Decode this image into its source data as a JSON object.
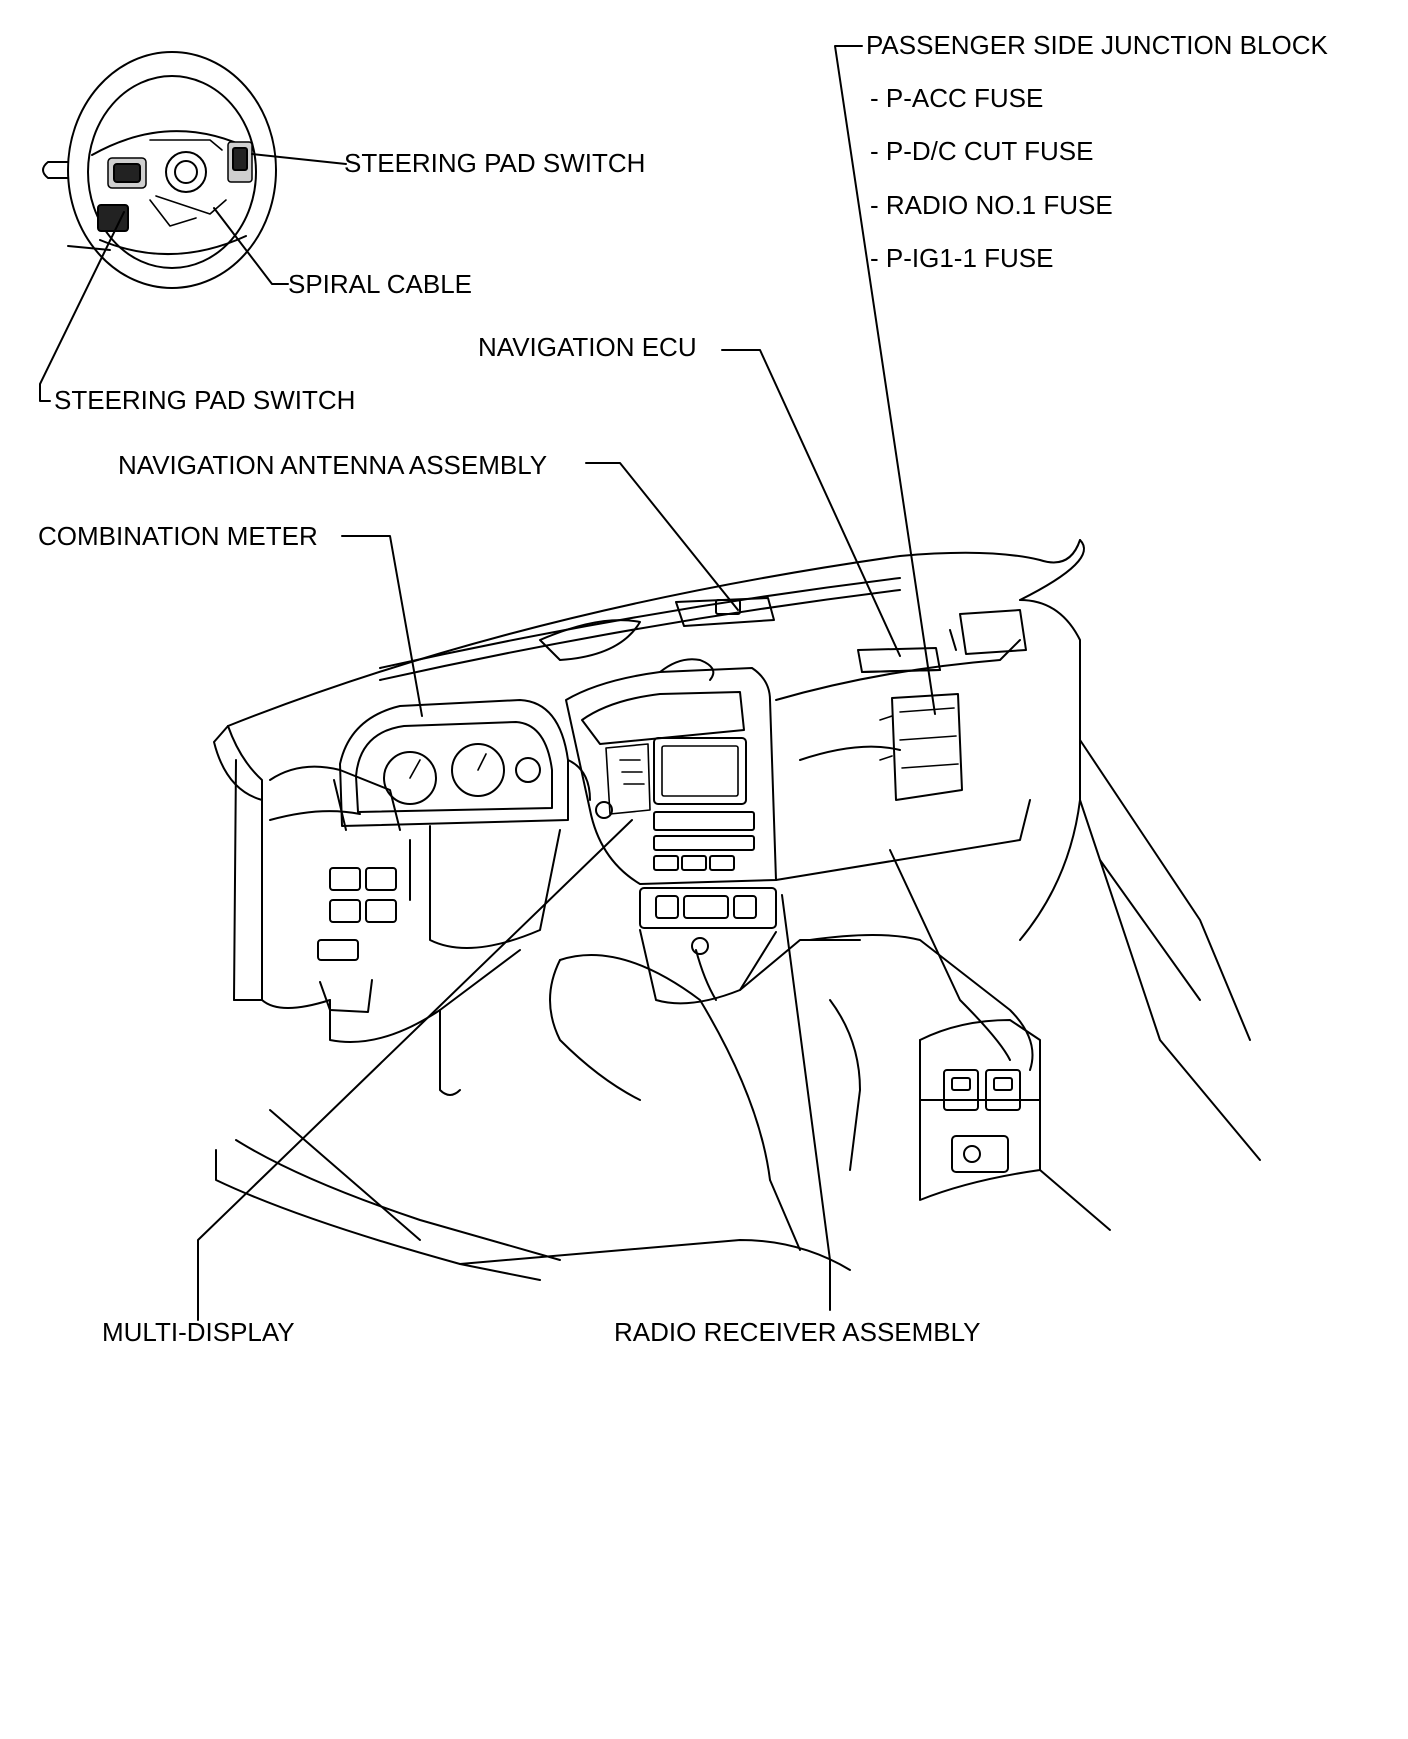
{
  "labels": {
    "passenger_junction_block": "PASSENGER SIDE JUNCTION BLOCK",
    "p_acc_fuse": "- P-ACC FUSE",
    "p_dc_cut_fuse": "- P-D/C CUT FUSE",
    "radio_no1_fuse": "- RADIO NO.1 FUSE",
    "p_ig1_1_fuse": "- P-IG1-1 FUSE",
    "steering_pad_switch_upper": "STEERING PAD SWITCH",
    "spiral_cable": "SPIRAL CABLE",
    "steering_pad_switch_lower": "STEERING PAD SWITCH",
    "navigation_ecu": "NAVIGATION ECU",
    "navigation_antenna_assembly": "NAVIGATION ANTENNA ASSEMBLY",
    "combination_meter": "COMBINATION METER",
    "multi_display": "MULTI-DISPLAY",
    "radio_receiver_assembly": "RADIO RECEIVER ASSEMBLY"
  }
}
